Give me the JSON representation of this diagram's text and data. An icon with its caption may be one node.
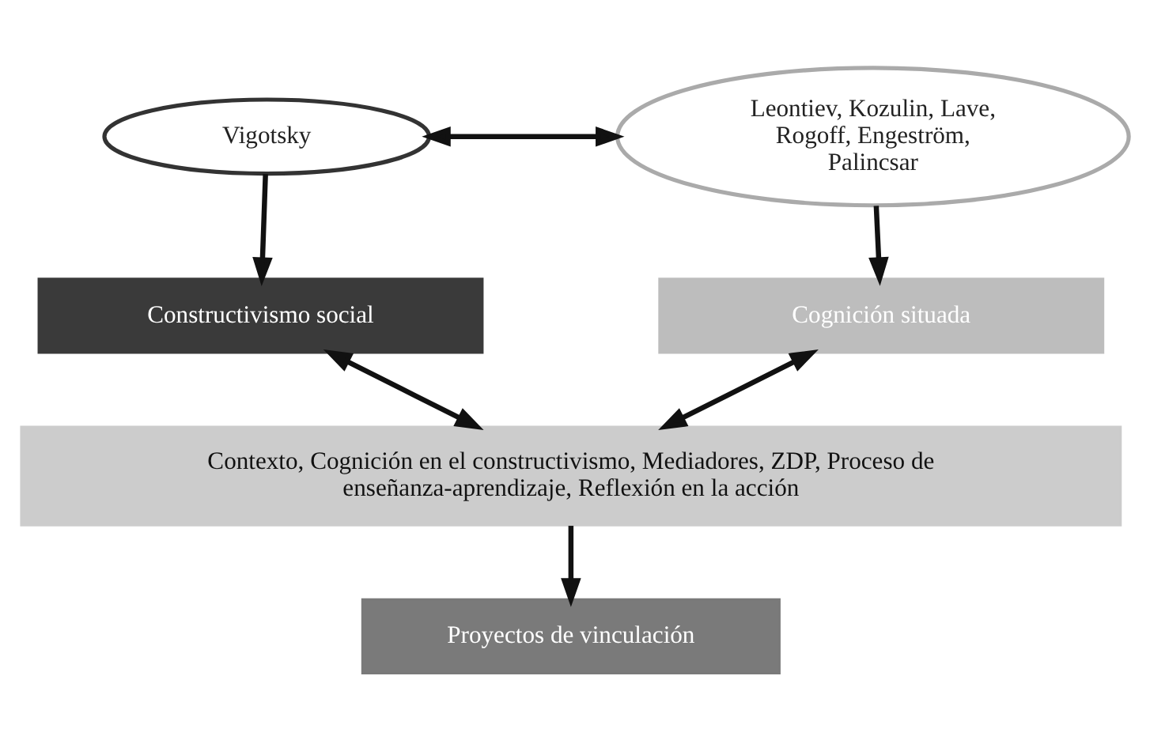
{
  "diagram": {
    "nodes": [
      {
        "text": [
          "Vigotsky"
        ]
      },
      {
        "text": [
          "Leontiev, Kozulin, Lave, Rogoff, Engeström, Palincsar"
        ]
      },
      {
        "text": [
          "Constructivismo social"
        ]
      },
      {
        "text": [
          "Cognición situada"
        ]
      },
      {
        "text": [
          "Contexto, Cognición en el constructivismo, Mediadores, ZDP, Proceso de enseñanza-aprendizaje, Reflexión en la acción"
        ]
      },
      {
        "text": [
          "Proyectos de vinculación"
        ]
      }
    ],
    "edges": [
      {
        "from": 0,
        "to": 1,
        "arrow": "both"
      },
      {
        "from": 0,
        "to": 2,
        "arrow": "to"
      },
      {
        "from": 1,
        "to": 3,
        "arrow": "to"
      },
      {
        "from": 2,
        "to": 4,
        "arrow": "both"
      },
      {
        "from": 3,
        "to": 4,
        "arrow": "both"
      },
      {
        "from": 4,
        "to": 5,
        "arrow": "to"
      }
    ]
  }
}
